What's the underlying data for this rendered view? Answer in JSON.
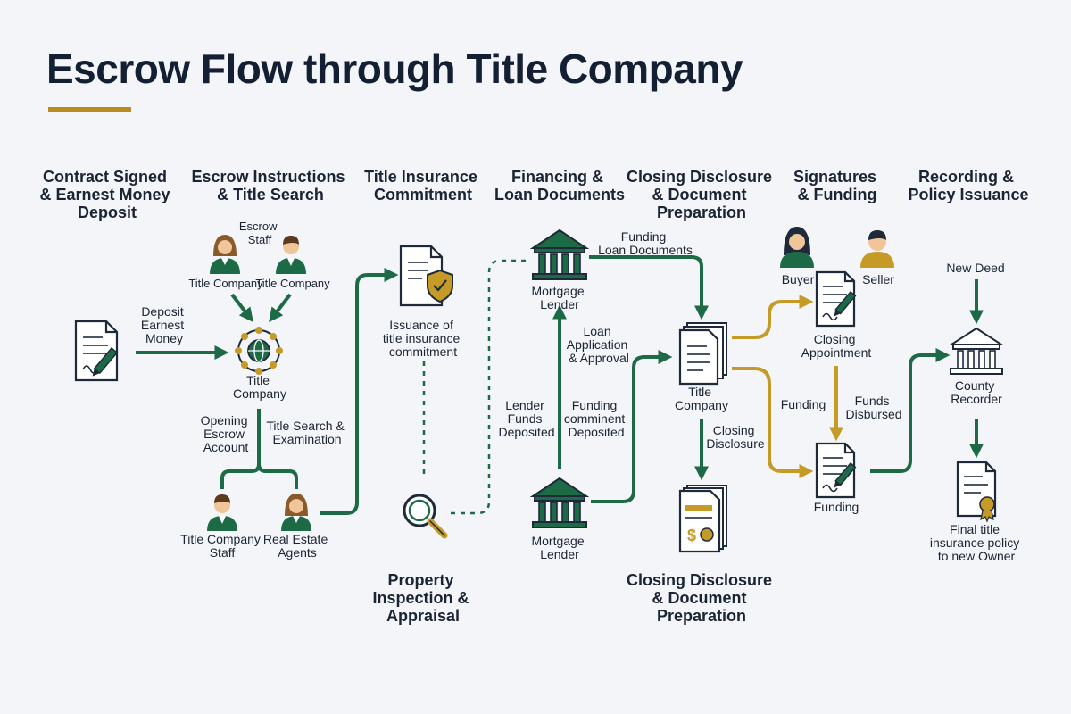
{
  "title": "Escrow Flow through Title Company",
  "accent_color": "#b98b22",
  "green_color": "#1c6a46",
  "stages": [
    [
      "Contract Signed",
      "& Earnest Money",
      "Deposit"
    ],
    [
      "Escrow Instructions",
      "& Title Search"
    ],
    [
      "Title Insurance",
      "Commitment"
    ],
    [
      "Financing &",
      "Loan Documents"
    ],
    [
      "Closing Disclosure",
      "& Document",
      "Preparation"
    ],
    [
      "Signatures",
      "& Funding"
    ],
    [
      "Recording &",
      "Policy Issuance"
    ]
  ],
  "nodes": {
    "contract_doc": "signed-contract-icon",
    "escrow_staff": [
      "Escrow",
      "Staff"
    ],
    "title_company_left": "Title Company",
    "title_company_right": "Title Company",
    "title_company_hub": [
      "Title",
      "Company"
    ],
    "title_company_staff": [
      "Title Company",
      "Staff"
    ],
    "real_estate_agents": [
      "Real Estate",
      "Agents"
    ],
    "title_commitment": [
      "Issuance of",
      "title insurance",
      "commitment"
    ],
    "property_inspection": [
      "Property",
      "Inspection &",
      "Appraisal"
    ],
    "mortgage_lender_top": [
      "Mortgage",
      "Lender"
    ],
    "mortgage_lender_bottom": [
      "Mortgage",
      "Lender"
    ],
    "title_company_closing": [
      "Title",
      "Company"
    ],
    "closing_disclosure_bottom": [
      "Closing Disclosure",
      "& Document",
      "Preparation"
    ],
    "buyer": "Buyer",
    "seller": "Seller",
    "closing_appointment": [
      "Closing",
      "Appointment"
    ],
    "funding_doc": "Funding",
    "new_deed": "New Deed",
    "county_recorder": [
      "County",
      "Recorder"
    ],
    "final_policy": [
      "Final title",
      "insurance policy",
      "to new Owner"
    ]
  },
  "edges": {
    "deposit_earnest_money": [
      "Deposit",
      "Earnest",
      "Money"
    ],
    "opening_escrow_account": [
      "Opening",
      "Escrow",
      "Account"
    ],
    "title_search_examination": [
      "Title Search &",
      "Examination"
    ],
    "funding_loan_documents": [
      "Funding",
      "Loan Documents"
    ],
    "loan_application": [
      "Loan",
      "Application",
      "& Approval"
    ],
    "lender_funds_deposited": [
      "Lender",
      "Funds",
      "Deposited"
    ],
    "funding_comminent_deposited": [
      "Funding",
      "comminent",
      "Deposited"
    ],
    "closing_disclosure": [
      "Closing",
      "Disclosure"
    ],
    "funding": "Funding",
    "funds_disbursed": [
      "Funds",
      "Disbursed"
    ]
  }
}
